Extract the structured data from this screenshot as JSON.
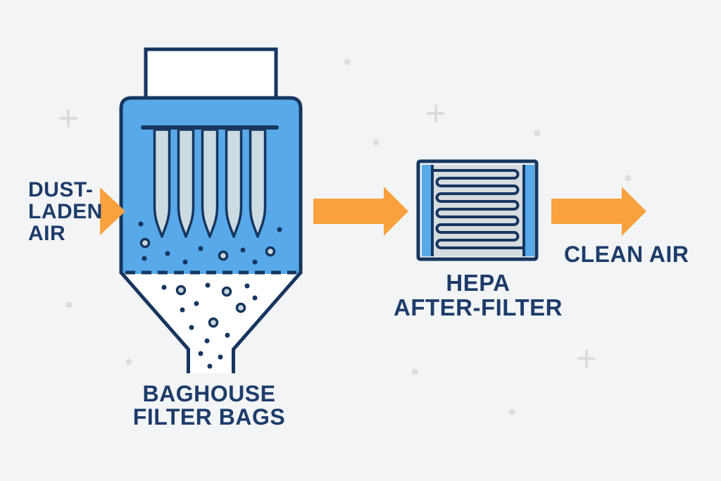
{
  "diagram": {
    "title": "Baghouse dust collection with HEPA after-filter airflow",
    "type": "process-flow",
    "labels": {
      "dust_laden_air": "DUST-\nLADEN\nAIR",
      "baghouse": "BAGHOUSE\nFILTER BAGS",
      "hepa": "HEPA\nAFTER-FILTER",
      "clean_air": "CLEAN AIR"
    },
    "flow_order": [
      "DUST-LADEN AIR",
      "BAGHOUSE FILTER BAGS",
      "HEPA AFTER-FILTER",
      "CLEAN AIR"
    ],
    "components": {
      "baghouse": {
        "filter_bag_count": 5,
        "has_hopper": true,
        "has_outlet_duct": true,
        "dust_particles_shown": true
      },
      "hepa_after_filter": {
        "pleated_media": true,
        "pleat_line_count": 11
      }
    },
    "colors": {
      "background": "#f3f4f5",
      "navy_outline": "#16365f",
      "navy_text": "#1d3c6b",
      "housing_blue": "#57a9e9",
      "bag_fill": "#ccdbe2",
      "pleat_gray": "#d6dbde",
      "arrow_orange": "#f8a13e",
      "decoration_gray": "#d8d9db",
      "white": "#ffffff"
    }
  }
}
